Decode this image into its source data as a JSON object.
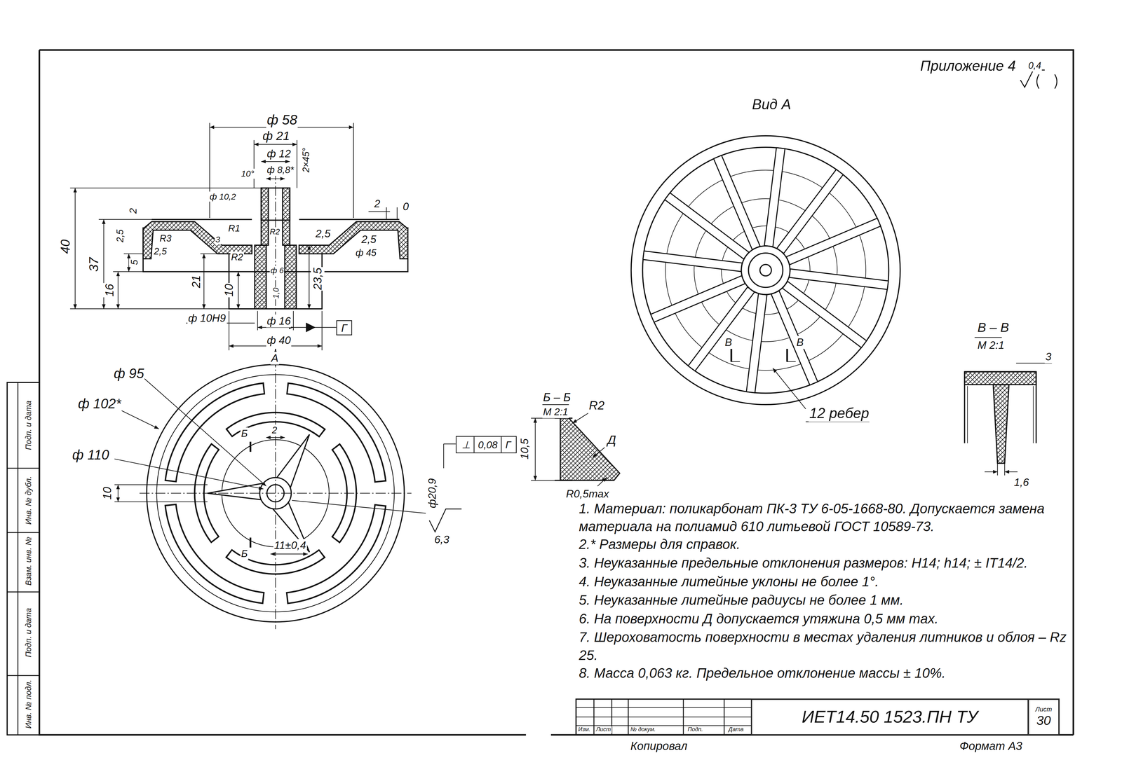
{
  "diagram": {
    "nodes": [
      {
        "text": [
          "Г"
        ]
      },
      {
        "text": [
          "⊥",
          "0,08",
          "Г"
        ]
      },
      {
        "text": [
          "ИЕТ14.50 1523.ПН ТУ"
        ]
      },
      {
        "text": [
          "Лист",
          "30"
        ]
      }
    ],
    "labels": [
      "Приложение 4",
      "0,4",
      "Вид А",
      "ф 58",
      "ф 21",
      "ф 12",
      "ф 8,8*",
      "2×45°",
      "10°",
      "ф 10,2",
      "2",
      "0",
      "40",
      "37",
      "2",
      "2,5",
      "5",
      "16",
      "R3",
      "2,5",
      "R1",
      "3",
      "R2",
      "R2",
      "2,5",
      "2,5",
      "ф 45",
      "21",
      "10",
      "ф 6",
      "1,0",
      "23,5",
      "ф 10Н9",
      "ф 16",
      "ф 40",
      "А",
      "ф 95",
      "ф 102*",
      "ф 110",
      "Б",
      "2",
      "10",
      "Б",
      "11±0,4",
      "ф20,9",
      "6,3",
      "Б – Б",
      "М 2:1",
      "R2",
      "Д",
      "10,5",
      "R0,5max",
      "В",
      "В",
      "12 ребер",
      "В – В",
      "М 2:1",
      "3",
      "1,6",
      "1. Материал: поликарбонат ПК-3 ТУ 6-05-1668-80. Допускается замена материала на полиамид 610 литьевой ГОСТ 10589-73.",
      "2.* Размеры для справок.",
      "3. Неуказанные предельные отклонения размеров: Н14; h14; ± IT14/2.",
      "4. Неуказанные литейные уклоны не более 1°.",
      "5. Неуказанные литейные радиусы не более 1 мм.",
      "6. На поверхности Д допускается утяжина 0,5 мм max.",
      "7. Шероховатость поверхности в местах удаления литников и облоя – Rz 25.",
      "8. Масса 0,063 кг. Предельное отклонение массы ± 10%.",
      "Изм.",
      "Лист",
      "№ докум.",
      "Подп.",
      "Дата",
      "Копировал",
      "Формат А3",
      "Инв. № подл.",
      "Подп. и дата",
      "Взам. инв. №",
      "Инв. № дубл.",
      "Подп. и дата"
    ]
  }
}
